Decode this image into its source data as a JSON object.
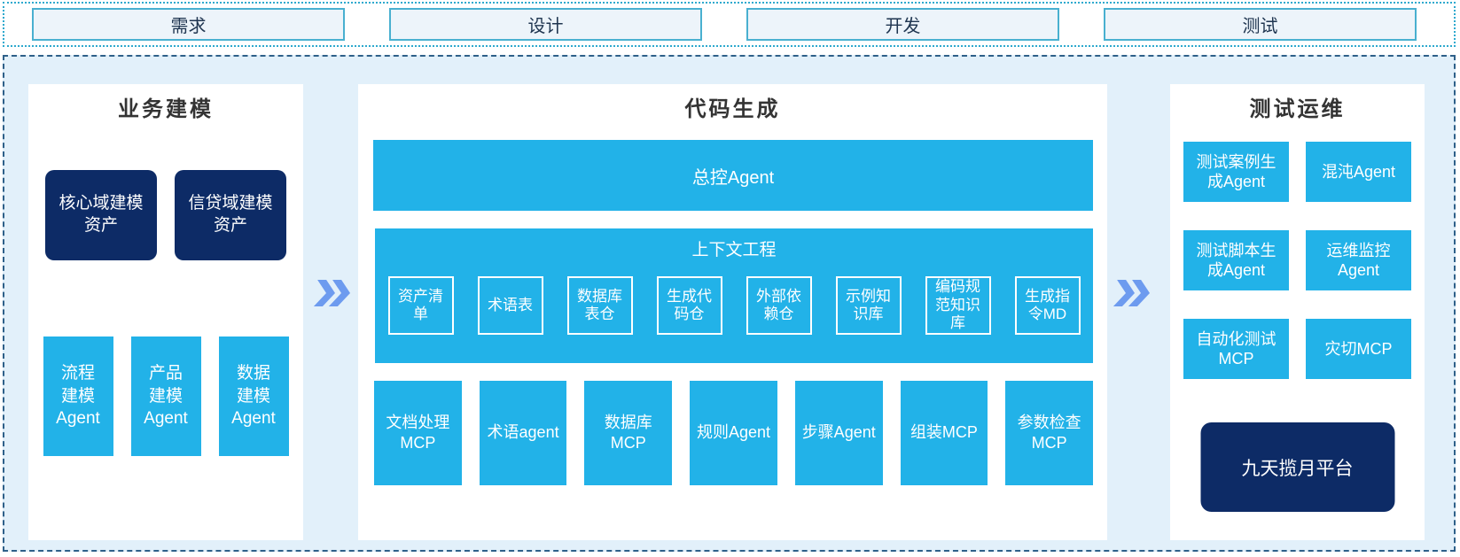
{
  "colors": {
    "cyan": "#22b2e8",
    "navy": "#0d2b66",
    "container_bg": "#e2f0fa",
    "panel_bg": "#ffffff",
    "arrow_blue": "#6d9bef",
    "stage_box_bg": "#edf4fa",
    "stage_box_border": "#49b0d0",
    "strip_border_dotted": "#2ea9ce",
    "main_border_dashed": "#2e6089"
  },
  "top_bar": {
    "stages": [
      {
        "label": "需求"
      },
      {
        "label": "设计"
      },
      {
        "label": "开发"
      },
      {
        "label": "测试"
      }
    ]
  },
  "sections": {
    "business": {
      "title": "业务建模",
      "assets": [
        {
          "label": "核心域建模\n资产"
        },
        {
          "label": "信贷域建模\n资产"
        }
      ],
      "agents": [
        {
          "label": "流程\n建模\nAgent"
        },
        {
          "label": "产品\n建模\nAgent"
        },
        {
          "label": "数据\n建模\nAgent"
        }
      ]
    },
    "codegen": {
      "title": "代码生成",
      "master": {
        "label": "总控Agent"
      },
      "context": {
        "title": "上下文工程",
        "items": [
          {
            "label": "资产清\n单"
          },
          {
            "label": "术语表"
          },
          {
            "label": "数据库\n表仓"
          },
          {
            "label": "生成代\n码仓"
          },
          {
            "label": "外部依\n赖仓"
          },
          {
            "label": "示例知\n识库"
          },
          {
            "label": "编码规\n范知识\n库"
          },
          {
            "label": "生成指\n令MD"
          }
        ]
      },
      "tools": [
        {
          "label": "文档处理\nMCP"
        },
        {
          "label": "术语agent"
        },
        {
          "label": "数据库\nMCP"
        },
        {
          "label": "规则Agent"
        },
        {
          "label": "步骤Agent"
        },
        {
          "label": "组装MCP"
        },
        {
          "label": "参数检查\nMCP"
        }
      ]
    },
    "testops": {
      "title": "测试运维",
      "boxes": [
        {
          "label": "测试案例生\n成Agent"
        },
        {
          "label": "混沌Agent"
        },
        {
          "label": "测试脚本生\n成Agent"
        },
        {
          "label": "运维监控\nAgent"
        },
        {
          "label": "自动化测试\nMCP"
        },
        {
          "label": "灾切MCP"
        }
      ],
      "platform": {
        "label": "九天揽月平台"
      }
    }
  }
}
